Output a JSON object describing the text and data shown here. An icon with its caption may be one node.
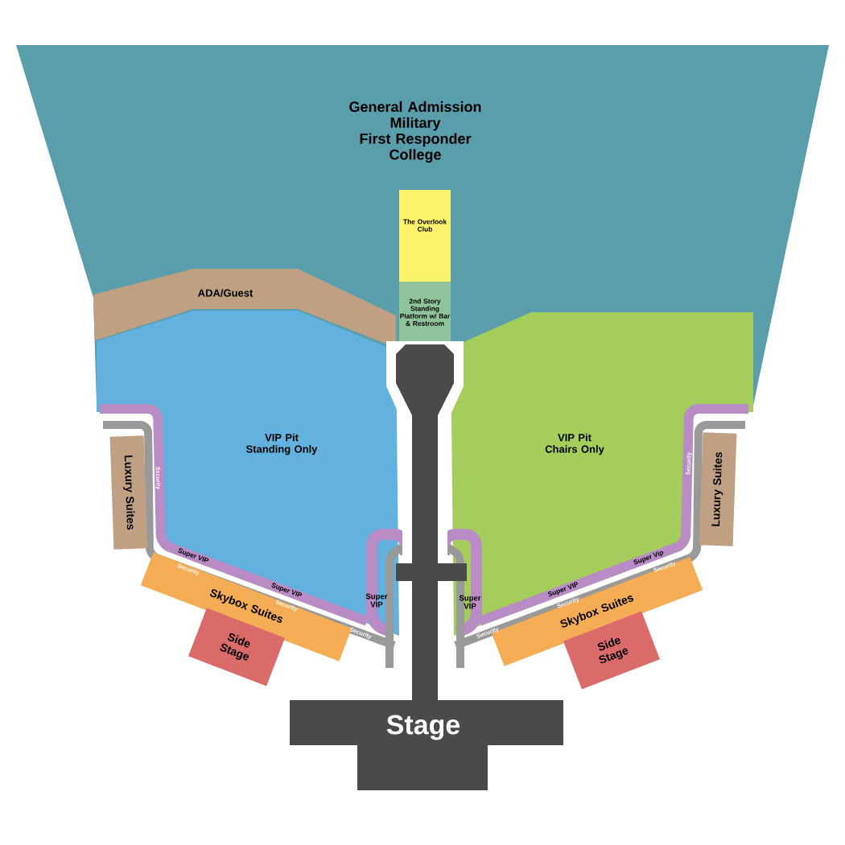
{
  "diagram": {
    "nodes": [
      {
        "text": [
          "General Admission",
          "Military",
          "First Responder",
          "College"
        ]
      },
      {
        "text": [
          "The Overlook Club"
        ],
        "in": 0
      },
      {
        "text": [
          "2nd Story Standing Platform w/ Bar & Restroom"
        ],
        "in": 0
      },
      {
        "text": [
          "ADA/Guest"
        ],
        "in": 0
      },
      {
        "text": [
          "VIP Pit Standing Only"
        ]
      },
      {
        "text": [
          "VIP Pit Chairs Only"
        ]
      },
      {
        "text": [
          "Luxury Suites"
        ]
      },
      {
        "text": [
          "Luxury Suites"
        ]
      },
      {
        "text": [
          "Skybox Suites"
        ]
      },
      {
        "text": [
          "Skybox Suites"
        ]
      },
      {
        "text": [
          "Side Stage"
        ]
      },
      {
        "text": [
          "Side Stage"
        ]
      },
      {
        "text": [
          "Stage"
        ]
      }
    ],
    "labels": [
      "Security",
      "Super VIP",
      "Security",
      "Super VIP",
      "Security",
      "Super VIP",
      "Security",
      "Security",
      "Super Vip",
      "Security",
      "Super VIP",
      "Security",
      "Super VIP",
      "Security"
    ]
  }
}
